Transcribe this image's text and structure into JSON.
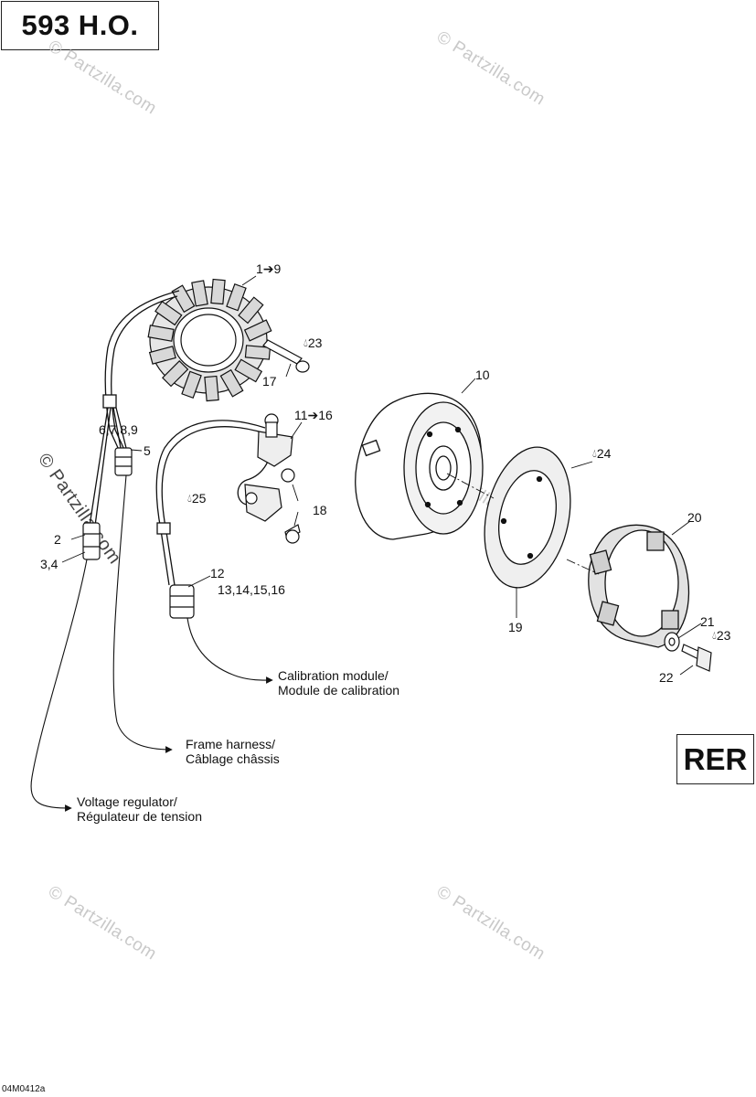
{
  "header": {
    "model_title": "593 H.O."
  },
  "badge": {
    "region_code": "RER"
  },
  "figure_code": "04M0412a",
  "watermark": "© Partzilla.com",
  "parts": {
    "p1_9": "1➔9",
    "p23_top": "23",
    "p17": "17",
    "p10": "10",
    "p11_16": "11➔16",
    "p6789": "6,7,8,9",
    "p5": "5",
    "p24": "24",
    "p25": "25",
    "p18": "18",
    "p20": "20",
    "p2": "2",
    "p34": "3,4",
    "p12": "12",
    "p13_16": "13,14,15,16",
    "p19": "19",
    "p21": "21",
    "p23_bottom": "23",
    "p22": "22"
  },
  "notes": {
    "calibration_line1": "Calibration module/",
    "calibration_line2": "Module de calibration",
    "frame_line1": "Frame harness/",
    "frame_line2": "Câblage châssis",
    "voltage_line1": "Voltage regulator/",
    "voltage_line2": "Régulateur de tension"
  },
  "icons": {
    "loctite": "drop-icon",
    "arrow": "arrow-icon"
  }
}
